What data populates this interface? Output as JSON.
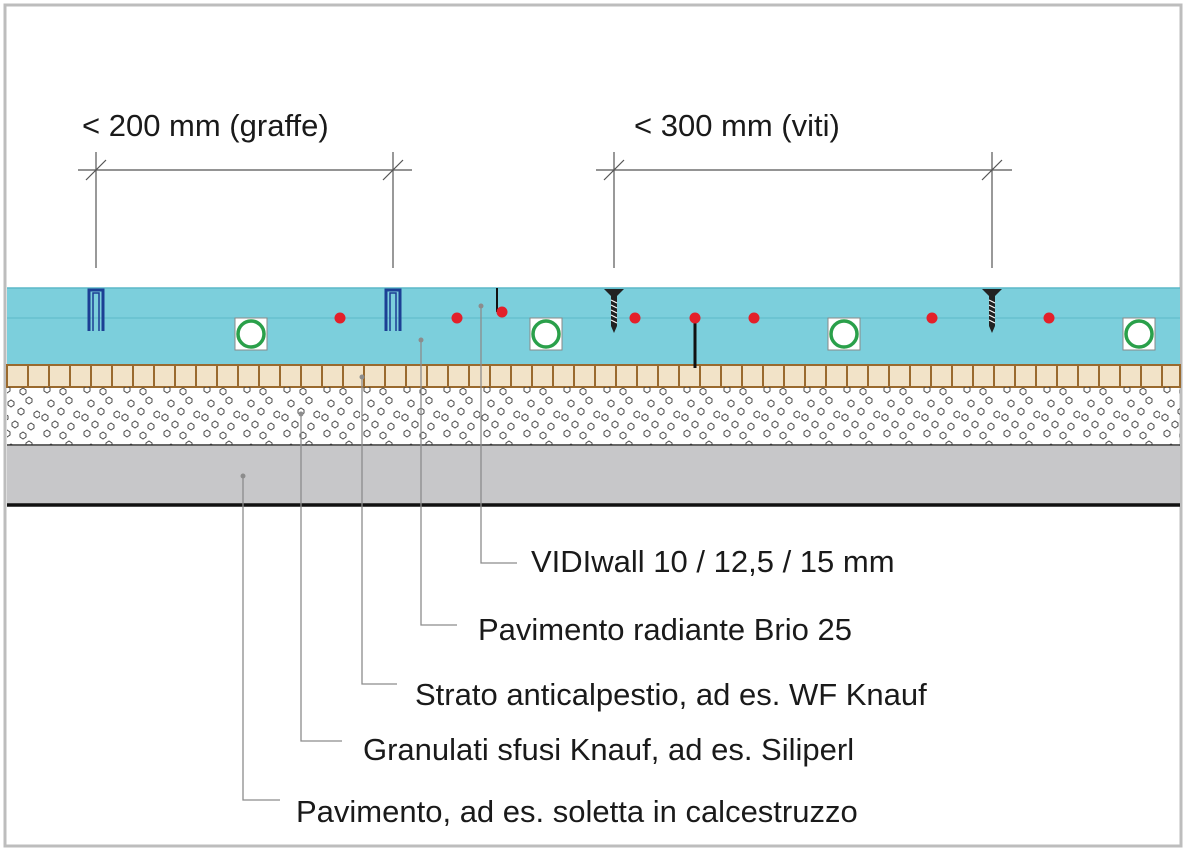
{
  "dimensions": {
    "left_label": "< 200 mm (graffe)",
    "right_label": "< 300 mm (viti)"
  },
  "labels": [
    {
      "id": "vidiwall",
      "text": "VIDIwall 10 / 12,5 / 15 mm"
    },
    {
      "id": "brio",
      "text": "Pavimento radiante Brio 25"
    },
    {
      "id": "strato",
      "text": "Strato anticalpestio, ad es. WF Knauf"
    },
    {
      "id": "granulati",
      "text": "Granulati sfusi Knauf, ad es. Siliperl"
    },
    {
      "id": "pavimento",
      "text": "Pavimento, ad es. soletta in calcestruzzo"
    }
  ],
  "colors": {
    "board_layer": "#7ccfdc",
    "board_line": "#5bb8c8",
    "staple": "#1c3f94",
    "pipe_ring": "#2aa04a",
    "red_dot": "#e3202a",
    "insulation_fill": "#f2e3c8",
    "insulation_line": "#9a6a2e",
    "slab": "#c7c7c9",
    "leader": "#8c8c8c",
    "frame": "#bdbdbd"
  },
  "icons": {
    "staple": "staple-clip-icon",
    "screw": "screw-icon",
    "pipe": "heating-pipe-icon"
  }
}
